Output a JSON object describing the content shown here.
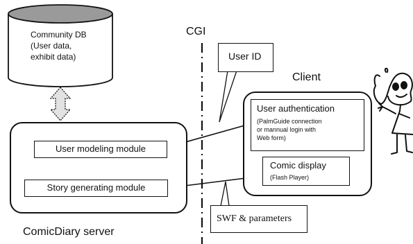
{
  "community_db": {
    "title": "Community DB",
    "line2": "(User data,",
    "line3": "exhibit data)"
  },
  "server": {
    "label": "ComicDiary server",
    "user_modeling_module": "User modeling module",
    "story_generating_module": "Story generating module"
  },
  "cgi_label": "CGI",
  "user_id_label": "User ID",
  "client": {
    "label": "Client",
    "auth_title": "User authentication",
    "auth_line1": "(PalmGuide connection",
    "auth_line2": "or mannual login with",
    "auth_line3": "Web form)",
    "comic_title": "Comic display",
    "comic_sub": "(Flash Player)"
  },
  "swf_label": "SWF & parameters"
}
